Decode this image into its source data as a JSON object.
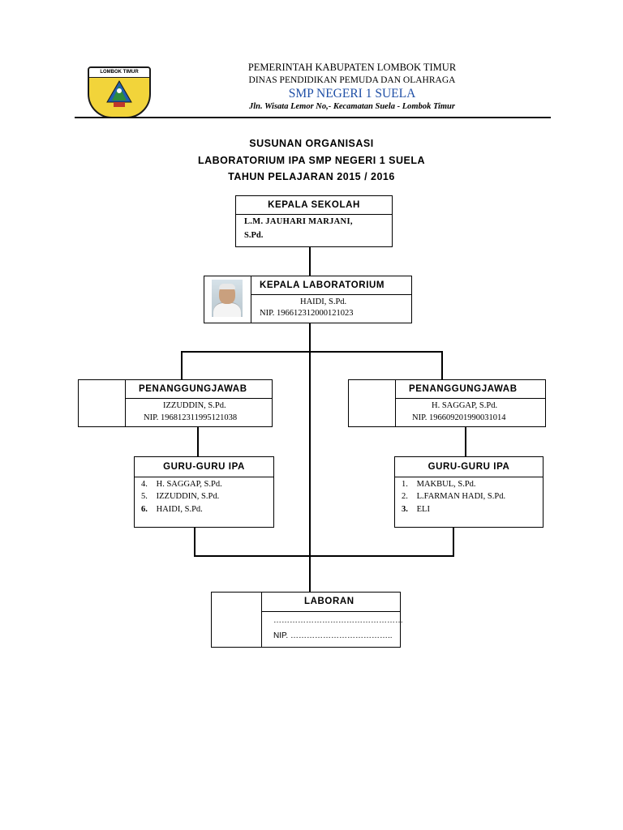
{
  "letterhead": {
    "logo_text": "LOMBOK TIMUR",
    "line1": "PEMERINTAH KABUPATEN LOMBOK TIMUR",
    "line2": "DINAS PENDIDIKAN PEMUDA DAN OLAHRAGA",
    "line3": "SMP NEGERI 1 SUELA",
    "line4": "Jln. Wisata Lemor No,- Kecamatan Suela - Lombok Timur",
    "school_color": "#1f4fa6",
    "logo_color": "#f2d43a"
  },
  "title": {
    "line1": "SUSUNAN ORGANISASI",
    "line2": "LABORATORIUM IPA SMP NEGERI 1 SUELA",
    "line3": "TAHUN PELAJARAN 2015 / 2016"
  },
  "kepala_sekolah": {
    "label": "KEPALA SEKOLAH",
    "name_line1": "L.M. JAUHARI MARJANI,",
    "name_line2": "S.Pd."
  },
  "kepala_lab": {
    "label": "KEPALA LABORATORIUM",
    "name": "HAIDI, S.Pd.",
    "nip": "NIP. 196612312000121023",
    "photo_icon": "person-photo-icon"
  },
  "pj_left": {
    "label": "PENANGGUNGJAWAB",
    "name": "IZZUDDIN, S.Pd.",
    "nip": "NIP. 196812311995121038"
  },
  "pj_right": {
    "label": "PENANGGUNGJAWAB",
    "name": "H. SAGGAP, S.Pd.",
    "nip": "NIP. 196609201990031014"
  },
  "guru_left": {
    "label": "GURU-GURU IPA",
    "items": [
      {
        "num": "4.",
        "name": "H. SAGGAP, S.Pd."
      },
      {
        "num": "5.",
        "name": "IZZUDDIN, S.Pd."
      },
      {
        "num": "6.",
        "name": "HAIDI, S.Pd."
      }
    ]
  },
  "guru_right": {
    "label": "GURU-GURU IPA",
    "items": [
      {
        "num": "1.",
        "name": "MAKBUL, S.Pd."
      },
      {
        "num": "2.",
        "name": "L.FARMAN HADI, S.Pd."
      },
      {
        "num": "3.",
        "name": "ELI"
      }
    ]
  },
  "laboran": {
    "label": "LABORAN",
    "name": "…………………………………………",
    "nip": "NIP. ……………………………….."
  }
}
